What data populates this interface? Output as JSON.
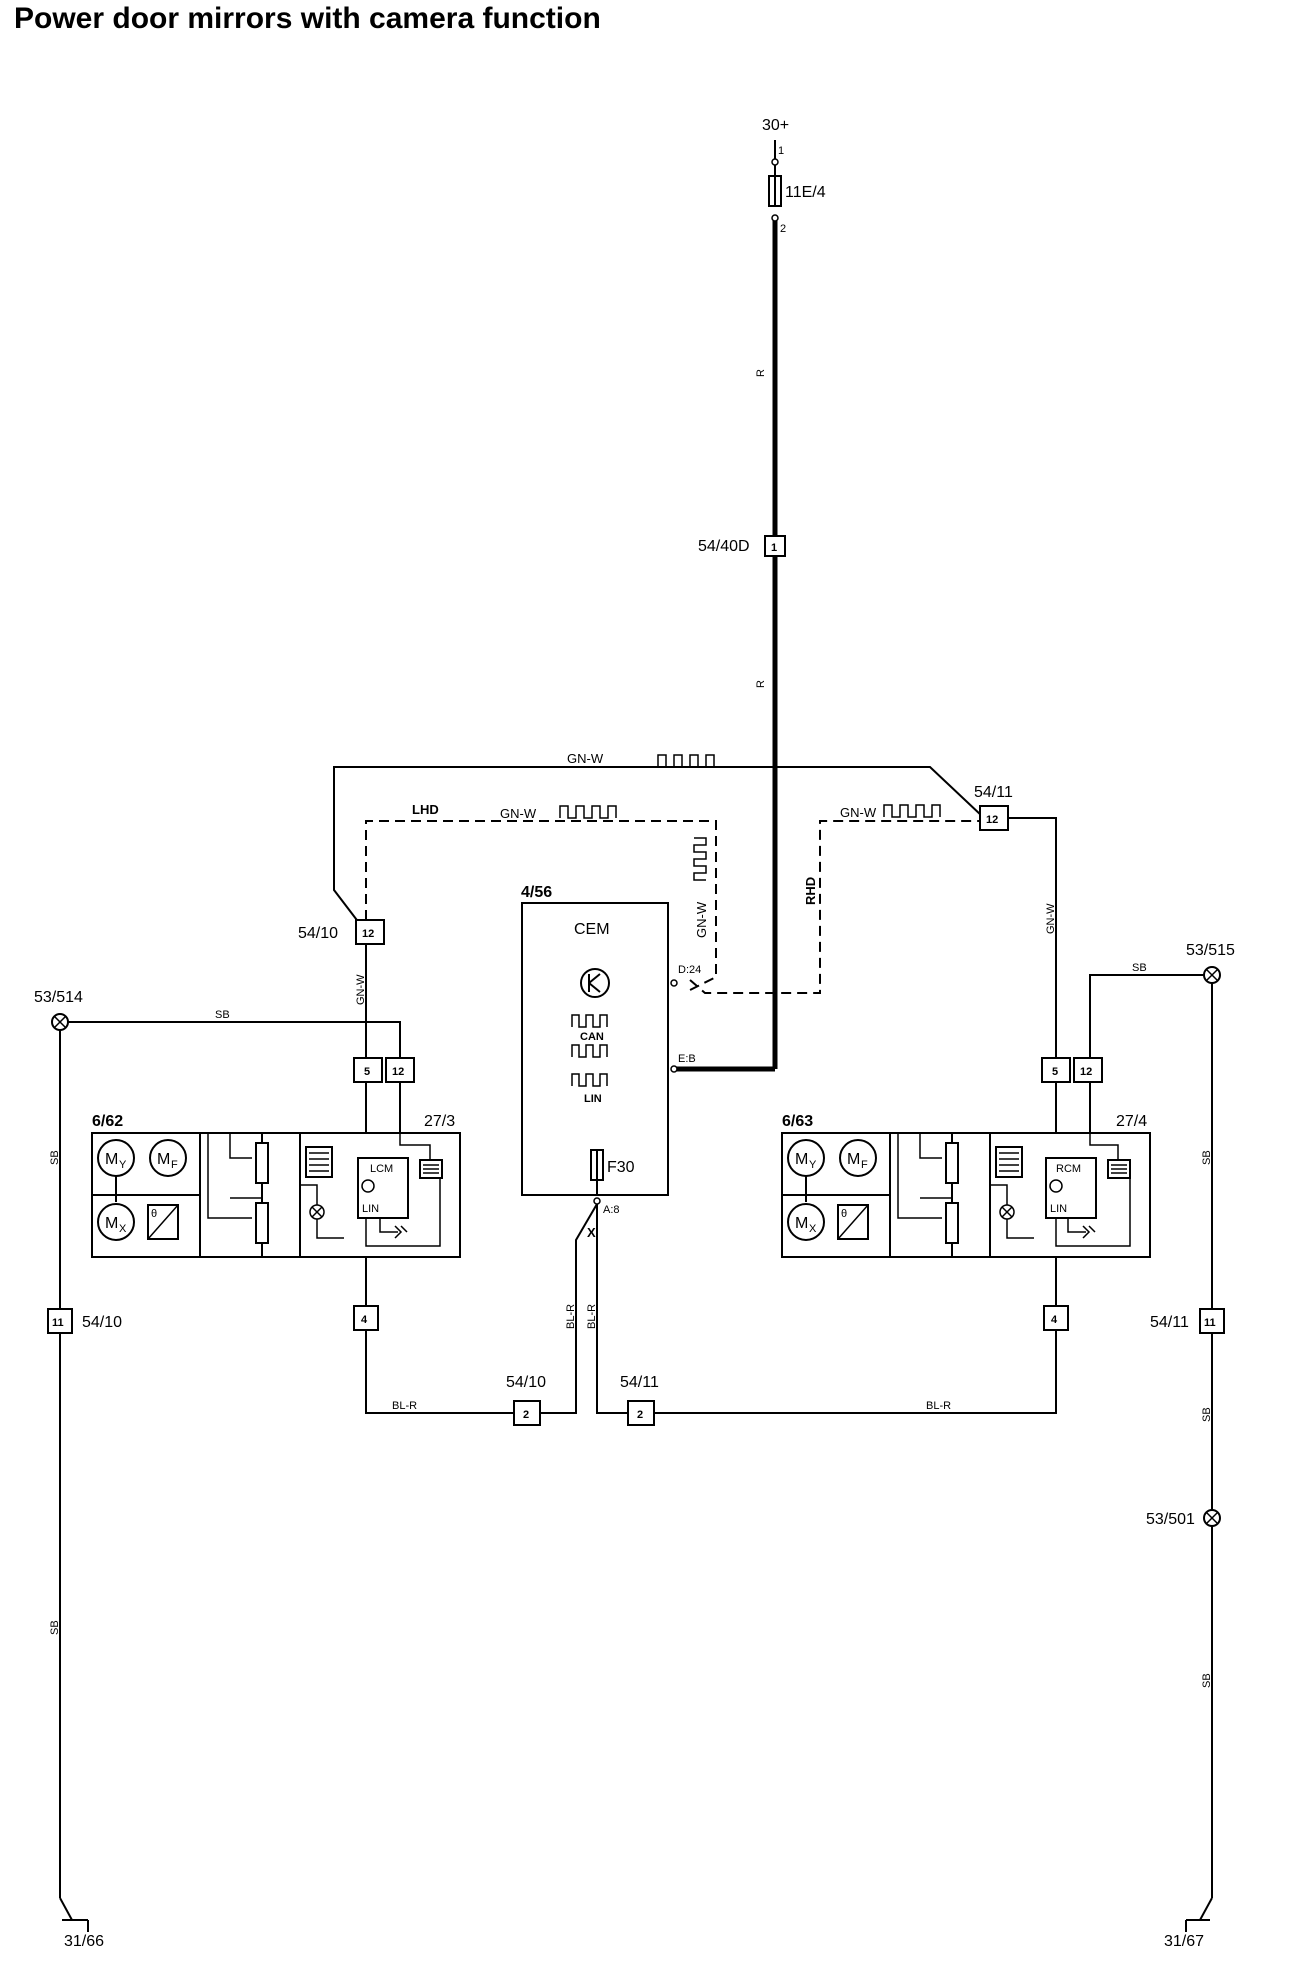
{
  "title": "Power door mirrors with camera function",
  "supply": {
    "terminal": "30+",
    "fuse": "11E/4",
    "pin_top": "1",
    "pin_bottom": "2",
    "wire": "R"
  },
  "connector_54_40d": {
    "name": "54/40D",
    "pin": "1"
  },
  "cem": {
    "id": "4/56",
    "name": "CEM",
    "can_label": "CAN",
    "lin_label": "LIN",
    "fuse": "F30",
    "pin_d24": "D:24",
    "pin_eb": "E:B",
    "pin_a8": "A:8",
    "x_mark": "X"
  },
  "bus": {
    "wire": "GN-W",
    "lhd": "LHD",
    "rhd": "RHD"
  },
  "left": {
    "mirror": "6/62",
    "module_ref": "27/3",
    "module": "LCM",
    "lin": "LIN",
    "connector": "54/10",
    "connector_pin": "12",
    "pin5": "5",
    "pin12": "12",
    "pin4": "4",
    "ground_point": "53/514",
    "ground_wire": "SB",
    "ground_conn": "54/10",
    "ground_conn_pin": "11",
    "ground": "31/66",
    "bl_wire": "BL-R",
    "bl_conn": "54/10",
    "bl_pin": "2",
    "motor_y": "M",
    "motor_y_sub": "Y",
    "motor_f": "M",
    "motor_f_sub": "F",
    "motor_x": "M",
    "motor_x_sub": "X",
    "theta": "θ"
  },
  "right": {
    "mirror": "6/63",
    "module_ref": "27/4",
    "module": "RCM",
    "lin": "LIN",
    "connector": "54/11",
    "connector_pin": "12",
    "pin5": "5",
    "pin12": "12",
    "pin4": "4",
    "ground_point": "53/515",
    "ground_point2": "53/501",
    "ground_wire": "SB",
    "ground_conn": "54/11",
    "ground_conn_pin": "11",
    "ground": "31/67",
    "bl_wire": "BL-R",
    "bl_conn": "54/11",
    "bl_pin": "2",
    "motor_y": "M",
    "motor_y_sub": "Y",
    "motor_f": "M",
    "motor_f_sub": "F",
    "motor_x": "M",
    "motor_x_sub": "X",
    "theta": "θ"
  },
  "icons": [
    "transistor-icon",
    "can-signal-icon",
    "lin-signal-icon",
    "fuse-icon",
    "ground-icon",
    "splice-icon",
    "motor-icon",
    "lamp-icon",
    "heater-icon",
    "potentiometer-icon",
    "camera-icon"
  ]
}
